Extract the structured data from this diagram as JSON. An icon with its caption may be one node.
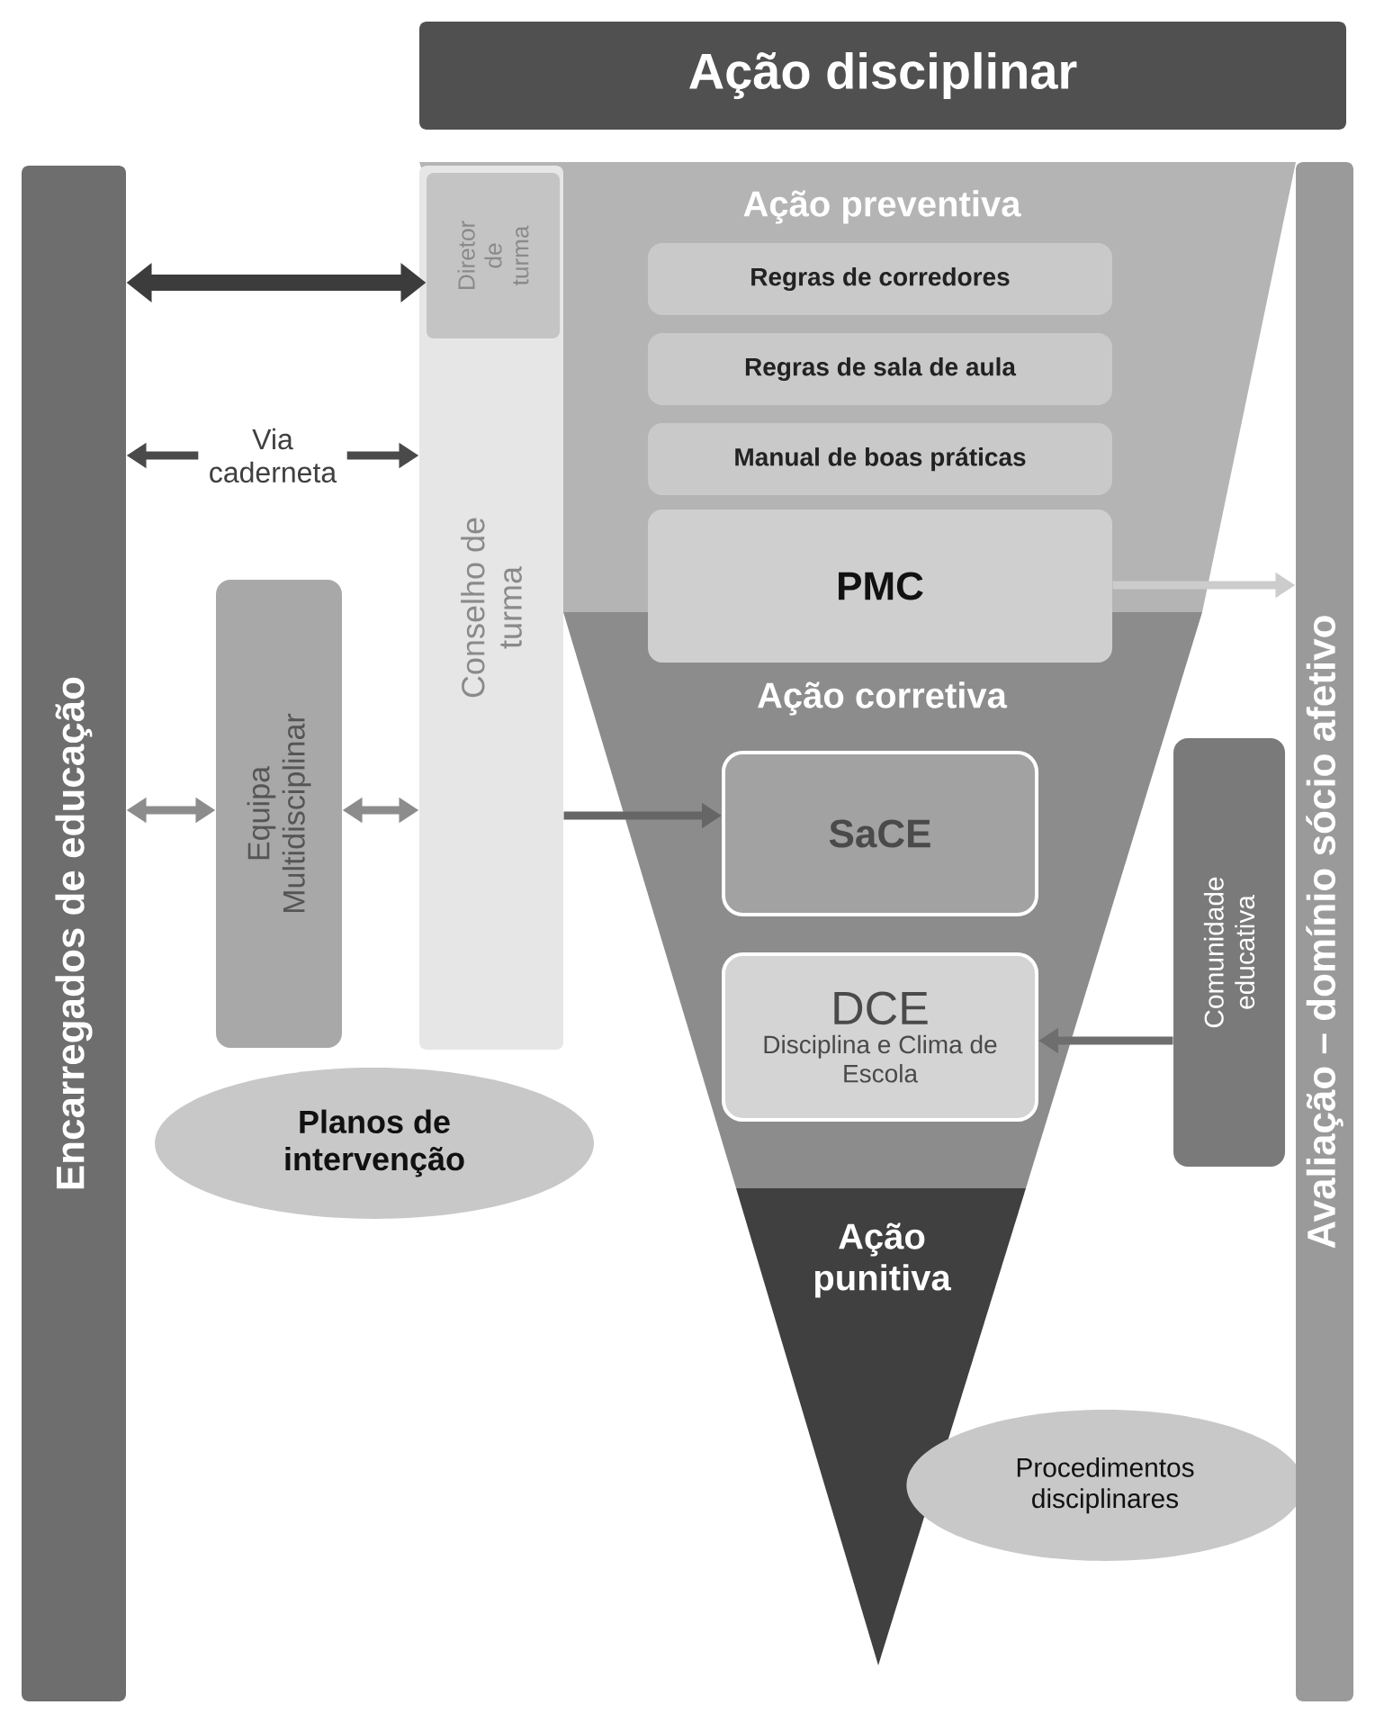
{
  "diagram": {
    "nodes": [
      {
        "text": [
          "Ação disciplinar"
        ]
      },
      {
        "text": [
          "Encarregados de educação"
        ]
      },
      {
        "text": [
          "Ação preventiva"
        ]
      },
      {
        "text": [
          "Regras de corredores"
        ],
        "in": 2
      },
      {
        "text": [
          "Regras de sala de aula"
        ],
        "in": 2
      },
      {
        "text": [
          "Manual de boas práticas"
        ],
        "in": 2
      },
      {
        "text": [
          "PMC"
        ]
      },
      {
        "text": [
          "Ação corretiva"
        ]
      },
      {
        "text": [
          "SaCE"
        ],
        "in": 7
      },
      {
        "text": [
          "DCE",
          "Disciplina e Clima de Escola"
        ],
        "in": 7
      },
      {
        "text": [
          "Ação punitiva"
        ]
      },
      {
        "text": [
          "Conselho de turma"
        ]
      },
      {
        "text": [
          "Diretor de turma"
        ]
      },
      {
        "text": [
          "Equipa Multidisciplinar"
        ]
      },
      {
        "text": [
          "Planos de intervenção"
        ]
      },
      {
        "text": [
          "Comunidade educativa"
        ]
      },
      {
        "text": [
          "Procedimentos disciplinares"
        ]
      },
      {
        "text": [
          "Avaliação – domínio sócio afetivo"
        ]
      }
    ],
    "edges": [
      {
        "from": 1,
        "to": 12,
        "arrow": "both",
        "style": "thick",
        "color": "#3c3c3c"
      },
      {
        "from": 1,
        "to": 11,
        "arrow": "both",
        "label": "Via caderneta",
        "color": "#4a4a4a"
      },
      {
        "from": 1,
        "to": 13,
        "arrow": "both",
        "color": "#8c8c8c"
      },
      {
        "from": 13,
        "to": 11,
        "arrow": "both",
        "color": "#8c8c8c"
      },
      {
        "from": 11,
        "to": 8,
        "arrow": "to",
        "color": "#666666"
      },
      {
        "from": 15,
        "to": 9,
        "arrow": "to",
        "color": "#6e6e6e"
      },
      {
        "from": 6,
        "to": 17,
        "arrow": "to",
        "color": "#cccccc"
      }
    ]
  }
}
